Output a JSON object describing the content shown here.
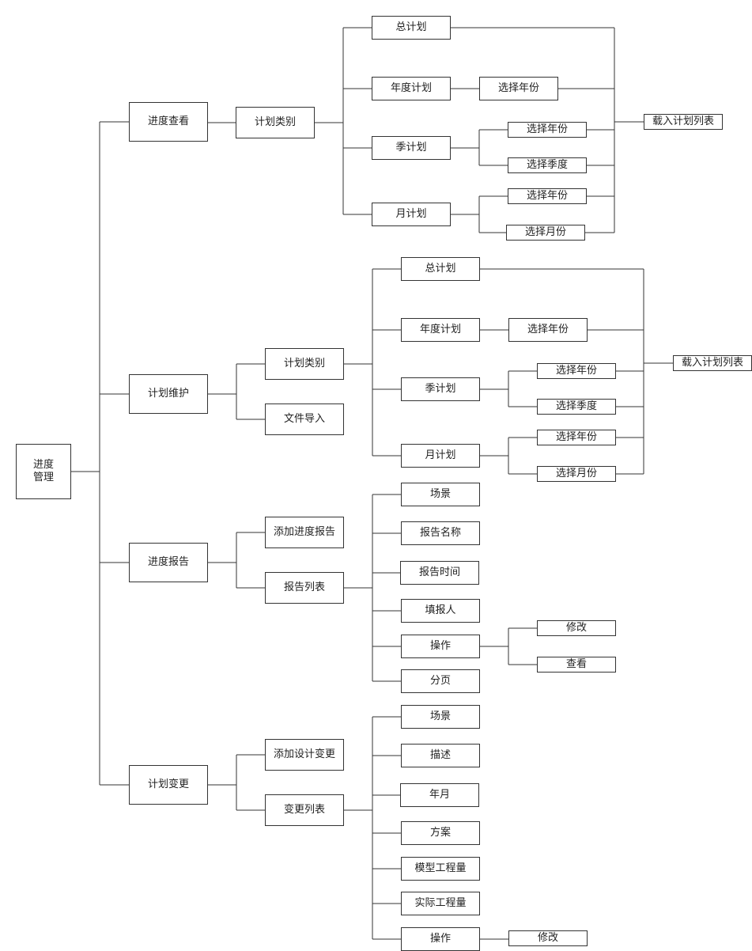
{
  "colors": {
    "line": "#333333",
    "border": "#333333",
    "text": "#222222",
    "background": "#ffffff"
  },
  "diagram": {
    "nodes": {
      "root": "进度\n管理",
      "view": "进度查看",
      "maintain": "计划维护",
      "report": "进度报告",
      "change": "计划变更",
      "v_type": "计划类别",
      "v_total": "总计划",
      "v_year": "年度计划",
      "v_year_sel": "选择年份",
      "v_quarter": "季计划",
      "v_q_year": "选择年份",
      "v_q_quarter": "选择季度",
      "v_month": "月计划",
      "v_m_year": "选择年份",
      "v_m_month": "选择月份",
      "v_load": "载入计划列表",
      "m_type": "计划类别",
      "m_import": "文件导入",
      "m_total": "总计划",
      "m_year": "年度计划",
      "m_year_sel": "选择年份",
      "m_quarter": "季计划",
      "m_q_year": "选择年份",
      "m_q_quarter": "选择季度",
      "m_month": "月计划",
      "m_m_year": "选择年份",
      "m_m_month": "选择月份",
      "m_load": "载入计划列表",
      "r_add": "添加进度报告",
      "r_list": "报告列表",
      "r_scene": "场景",
      "r_name": "报告名称",
      "r_time": "报告时间",
      "r_filler": "填报人",
      "r_op": "操作",
      "r_page": "分页",
      "r_edit": "修改",
      "r_viewbtn": "查看",
      "c_add": "添加设计变更",
      "c_list": "变更列表",
      "c_scene": "场景",
      "c_desc": "描述",
      "c_ym": "年月",
      "c_plan": "方案",
      "c_model": "模型工程量",
      "c_actual": "实际工程量",
      "c_op": "操作",
      "c_edit": "修改"
    }
  }
}
